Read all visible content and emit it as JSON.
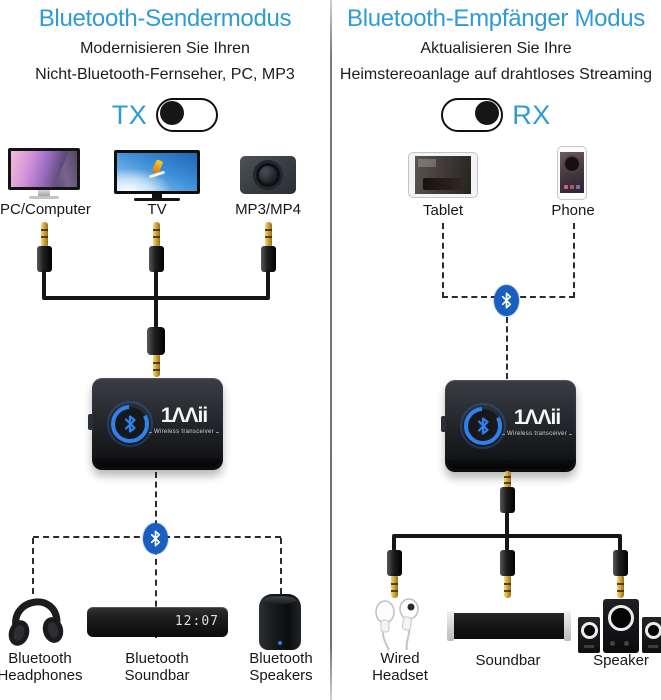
{
  "colors": {
    "accent_blue": "#2e9bd6",
    "bluetooth_badge_blue": "#1a5ec2",
    "device_ring_blue": "#2f82ec",
    "gold_jack": "#d4a93c"
  },
  "left_panel": {
    "title": "Bluetooth-Sendermodus",
    "subtitle_line1": "Modernisieren Sie Ihren",
    "subtitle_line2": "Nicht-Bluetooth-Fernseher, PC, MP3",
    "mode_label": "TX",
    "toggle_state": "knob-left",
    "sources": [
      {
        "label": "PC/Computer"
      },
      {
        "label": "TV"
      },
      {
        "label": "MP3/MP4"
      }
    ],
    "device": {
      "brand": "1ΛΛii",
      "tagline": "Wireless transceiver"
    },
    "sinks": [
      {
        "label_line1": "Bluetooth",
        "label_line2": "Headphones"
      },
      {
        "label_line1": "Bluetooth",
        "label_line2": "Soundbar",
        "display": "12:07"
      },
      {
        "label_line1": "Bluetooth",
        "label_line2": "Speakers"
      }
    ]
  },
  "right_panel": {
    "title": "Bluetooth-Empfänger Modus",
    "subtitle_line1": "Aktualisieren Sie Ihre",
    "subtitle_line2": "Heimstereoanlage auf drahtloses Streaming",
    "mode_label": "RX",
    "toggle_state": "knob-right",
    "sources": [
      {
        "label": "Tablet"
      },
      {
        "label": "Phone"
      }
    ],
    "device": {
      "brand": "1ΛΛii",
      "tagline": "Wireless transceiver"
    },
    "sinks": [
      {
        "label_line1": "Wired",
        "label_line2": "Headset"
      },
      {
        "label_line1": "Soundbar",
        "label_line2": ""
      },
      {
        "label_line1": "Speaker",
        "label_line2": ""
      }
    ]
  }
}
